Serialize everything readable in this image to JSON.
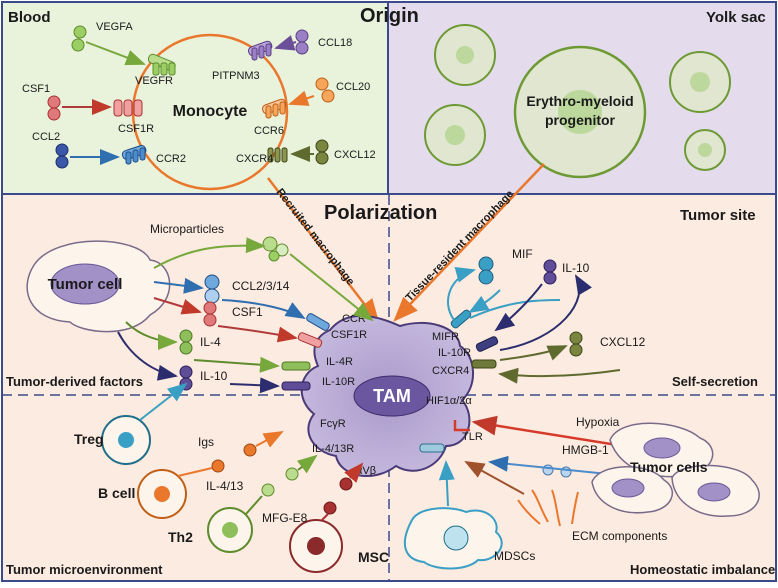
{
  "sections": {
    "origin": "Origin",
    "blood": "Blood",
    "yolk_sac": "Yolk sac",
    "polarization": "Polarization",
    "tumor_site": "Tumor site",
    "tumor_derived_factors": "Tumor-derived  factors",
    "self_secretion": "Self-secretion",
    "tumor_microenvironment": "Tumor  microenvironment",
    "homeostatic_imbalance": "Homeostatic  imbalance"
  },
  "blood": {
    "monocyte": "Monocyte",
    "ligands": {
      "vegfa": "VEGFA",
      "csf1": "CSF1",
      "ccl2": "CCL2",
      "ccl18": "CCL18",
      "ccl20": "CCL20",
      "cxcl12": "CXCL12"
    },
    "receptors": {
      "vegfr": "VEGFR",
      "csf1r": "CSF1R",
      "ccr2": "CCR2",
      "pitpnm3": "PITPNM3",
      "ccr6": "CCR6",
      "cxcr4": "CXCR4"
    }
  },
  "yolk_sac": {
    "progenitor_line1": "Erythro-myeloid",
    "progenitor_line2": "progenitor"
  },
  "arrows": {
    "recruited": "Recruited macrophage",
    "tissue_resident": "Tissue-resident macrophage"
  },
  "tam": {
    "label": "TAM",
    "receptors": {
      "ccr": "CCR",
      "csf1r": "CSF1R",
      "il4r": "IL-4R",
      "il10r_left": "IL-10R",
      "fcgr": "FcγR",
      "il413r": "IL-4/13R",
      "avb": "αVβ",
      "mifr": "MIFR",
      "il10r_right": "IL-10R",
      "cxcr4": "CXCR4",
      "hif1a": "HIF1α/2α",
      "tlr": "TLR"
    }
  },
  "tumor_derived": {
    "tumor_cell": "Tumor cell",
    "microparticles": "Microparticles",
    "ccl": "CCL2/3/14",
    "csf1": "CSF1",
    "il4": "IL-4",
    "il10": "IL-10"
  },
  "self_secretion": {
    "mif": "MIF",
    "il10": "IL-10",
    "cxcl12": "CXCL12"
  },
  "microenvironment": {
    "treg": "Treg",
    "b_cell": "B cell",
    "igs": "Igs",
    "th2": "Th2",
    "il413": "IL-4/13",
    "mfge8": "MFG-E8",
    "msc": "MSC"
  },
  "homeostatic": {
    "hypoxia": "Hypoxia",
    "hmgb1": "HMGB-1",
    "tumor_cells": "Tumor cells",
    "ecm": "ECM components",
    "mdscs": "MDSCs"
  },
  "colors": {
    "blood_bg": "#e9f3dc",
    "yolk_bg": "#e4dced",
    "lower_bg": "#fcebe0",
    "green": "#77a83c",
    "purple": "#8a6bb0",
    "orange": "#e9782d",
    "red": "#c0392b",
    "blue": "#2f7fbf",
    "olive": "#5f6b2e",
    "navy": "#2b2d6e",
    "teal": "#3a9fc4"
  }
}
